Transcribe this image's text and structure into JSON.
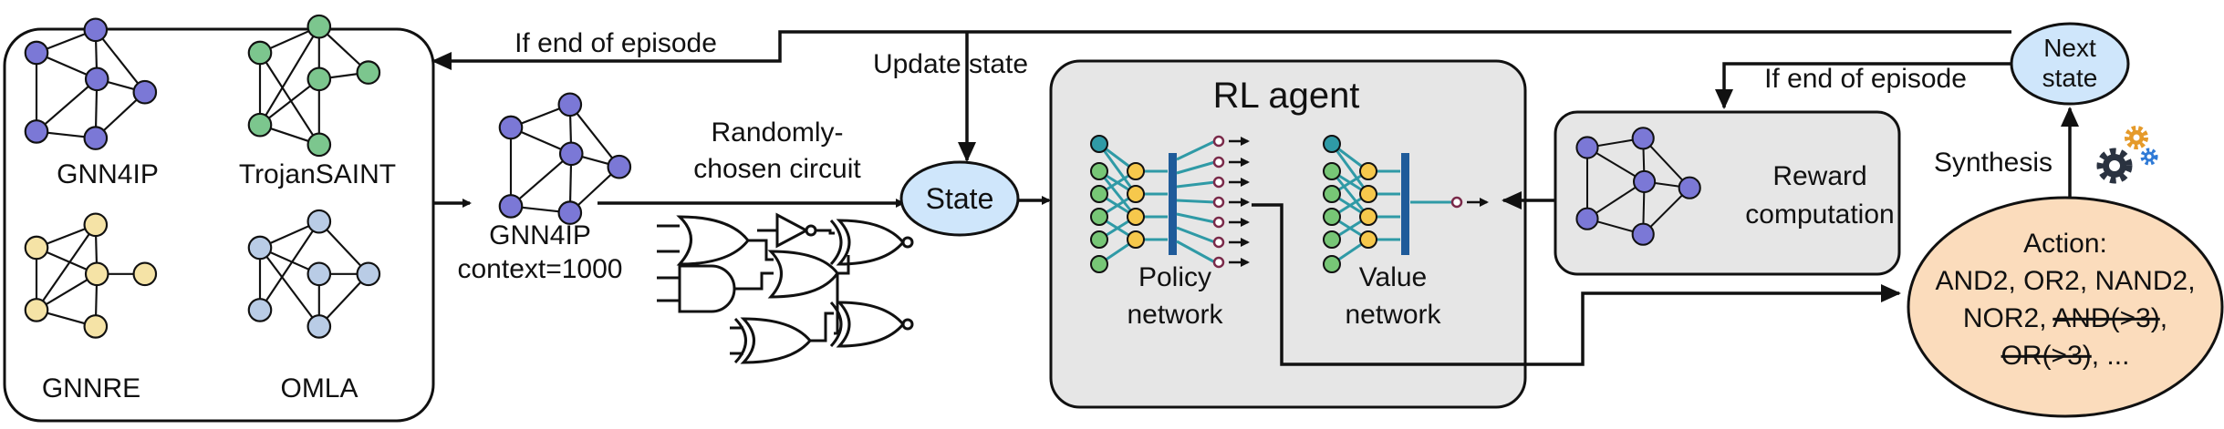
{
  "colors": {
    "purple": "#7b78d6",
    "green": "#7cc68e",
    "yellow": "#f5e3a6",
    "lightblue": "#b9cce6",
    "state_fill": "#cfe6fb",
    "agent_fill": "#e6e6e6",
    "action_fill": "#fbdcbc",
    "reward_fill": "#e6e6e6",
    "nn_teal": "#2f9aa6",
    "nn_green": "#77c676",
    "nn_yellow": "#f6c84c",
    "nn_bar": "#1f5b9a"
  },
  "dataset_box": {
    "graphs": [
      {
        "label": "GNN4IP"
      },
      {
        "label": "TrojanSAINT"
      },
      {
        "label": "GNNRE"
      },
      {
        "label": "OMLA"
      }
    ]
  },
  "sampler": {
    "graph_label": "GNN4IP",
    "context_label": "context=1000",
    "randomly_line1": "Randomly-",
    "randomly_line2": "chosen circuit"
  },
  "state": {
    "label": "State"
  },
  "labels": {
    "if_end_top": "If end of episode",
    "update_state": "Update state",
    "if_end_right": "If end of episode",
    "synthesis": "Synthesis"
  },
  "agent": {
    "title": "RL agent",
    "policy_line1": "Policy",
    "policy_line2": "network",
    "value_line1": "Value",
    "value_line2": "network"
  },
  "reward": {
    "line1": "Reward",
    "line2": "computation"
  },
  "next_state": {
    "line1": "Next",
    "line2": "state"
  },
  "action": {
    "line1": "Action:",
    "line2": "AND2, OR2, NAND2,",
    "line3_plain": "NOR2, ",
    "line3_struck": "AND(>3)",
    "line3_end": ",",
    "line4_struck": "OR(>3)",
    "line4_end": ", ..."
  }
}
